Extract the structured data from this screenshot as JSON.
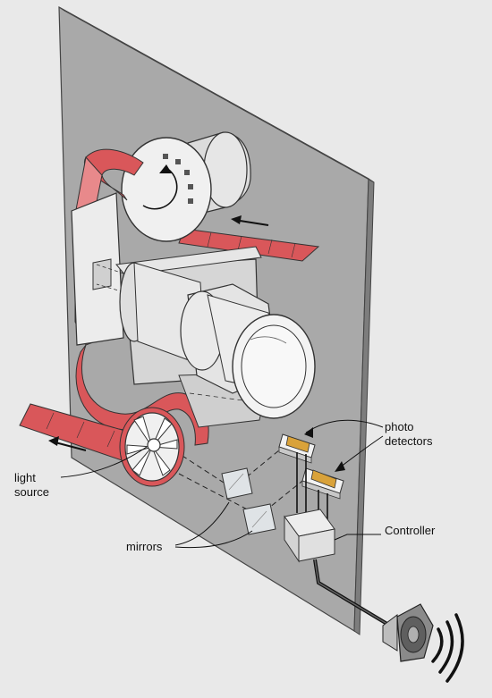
{
  "labels": {
    "photo_detectors_line1": "photo",
    "photo_detectors_line2": "detectors",
    "controller": "Controller",
    "light_source_line1": "light",
    "light_source_line2": "source",
    "mirrors": "mirrors"
  },
  "colors": {
    "film": "#d9575a",
    "film_light": "#e8898b",
    "panel": "#a9a9a9",
    "panel_edge": "#7d7d7d",
    "background": "#e9e9e9",
    "detector_amber": "#d9a23a"
  }
}
